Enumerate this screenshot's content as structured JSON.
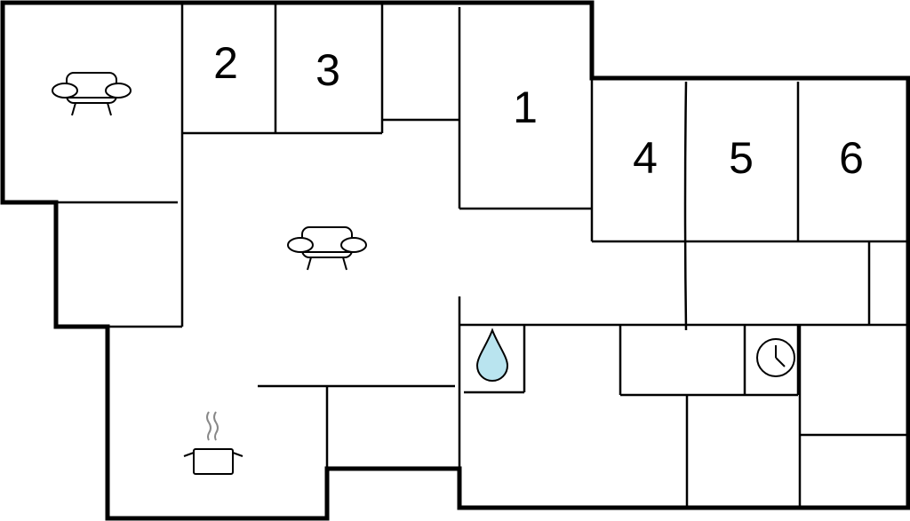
{
  "floorplan": {
    "rooms": [
      {
        "number": "1",
        "icon": "room-number"
      },
      {
        "number": "2",
        "icon": "room-number"
      },
      {
        "number": "3",
        "icon": "room-number"
      },
      {
        "number": "4",
        "icon": "room-number"
      },
      {
        "number": "5",
        "icon": "room-number"
      },
      {
        "number": "6",
        "icon": "room-number"
      }
    ],
    "icons": [
      "sofa-icon",
      "sofa-icon",
      "cooking-pot-icon",
      "water-drop-icon",
      "clock-icon"
    ],
    "colors": {
      "wall": "#000000",
      "background": "#ffffff",
      "water": "#b9e4ef"
    }
  }
}
